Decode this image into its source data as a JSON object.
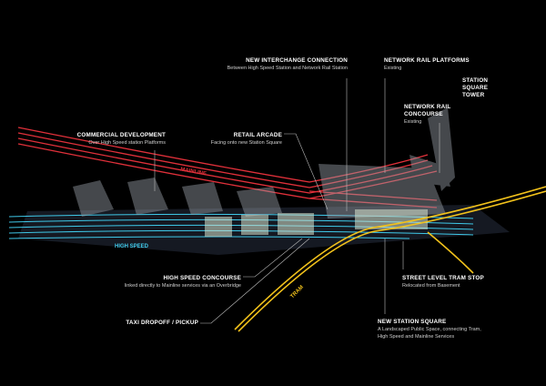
{
  "labels": {
    "interchange": {
      "title": "NEW INTERCHANGE CONNECTION",
      "sub": "Between High Speed Station and Network Rail Station"
    },
    "platforms": {
      "title": "NETWORK RAIL PLATFORMS",
      "sub": "Existing"
    },
    "tower": {
      "title1": "STATION",
      "title2": "SQUARE",
      "title3": "TOWER"
    },
    "concourse_nr": {
      "title1": "NETWORK RAIL",
      "title2": "CONCOURSE",
      "sub": "Existing"
    },
    "commercial": {
      "title": "COMMERCIAL DEVELOPMENT",
      "sub": "Over  High Speed station Platforms"
    },
    "retail": {
      "title": "RETAIL ARCADE",
      "sub": "Facing onto new Station Square"
    },
    "hs_concourse": {
      "title": "HIGH SPEED CONCOURSE",
      "sub": "linked directly to Mainline services via an Overbridge"
    },
    "taxi": {
      "title": "TAXI  DROPOFF / PICKUP"
    },
    "tram_stop": {
      "title": "STREET LEVEL TRAM STOP",
      "sub": "Relocated from Basement"
    },
    "square": {
      "title": "NEW STATION SQUARE",
      "sub1": "A Landscaped Public Space, connecting Tram,",
      "sub2": "High Speed and Mainline Services"
    }
  },
  "lines": {
    "mainline": "MAINLINE",
    "high_speed": "HIGH SPEED",
    "tram": "TRAM"
  },
  "colors": {
    "mainline": "#e0303a",
    "high_speed": "#3fc8e8",
    "tram": "#f2c21b",
    "leader": "#bbbbbb"
  }
}
